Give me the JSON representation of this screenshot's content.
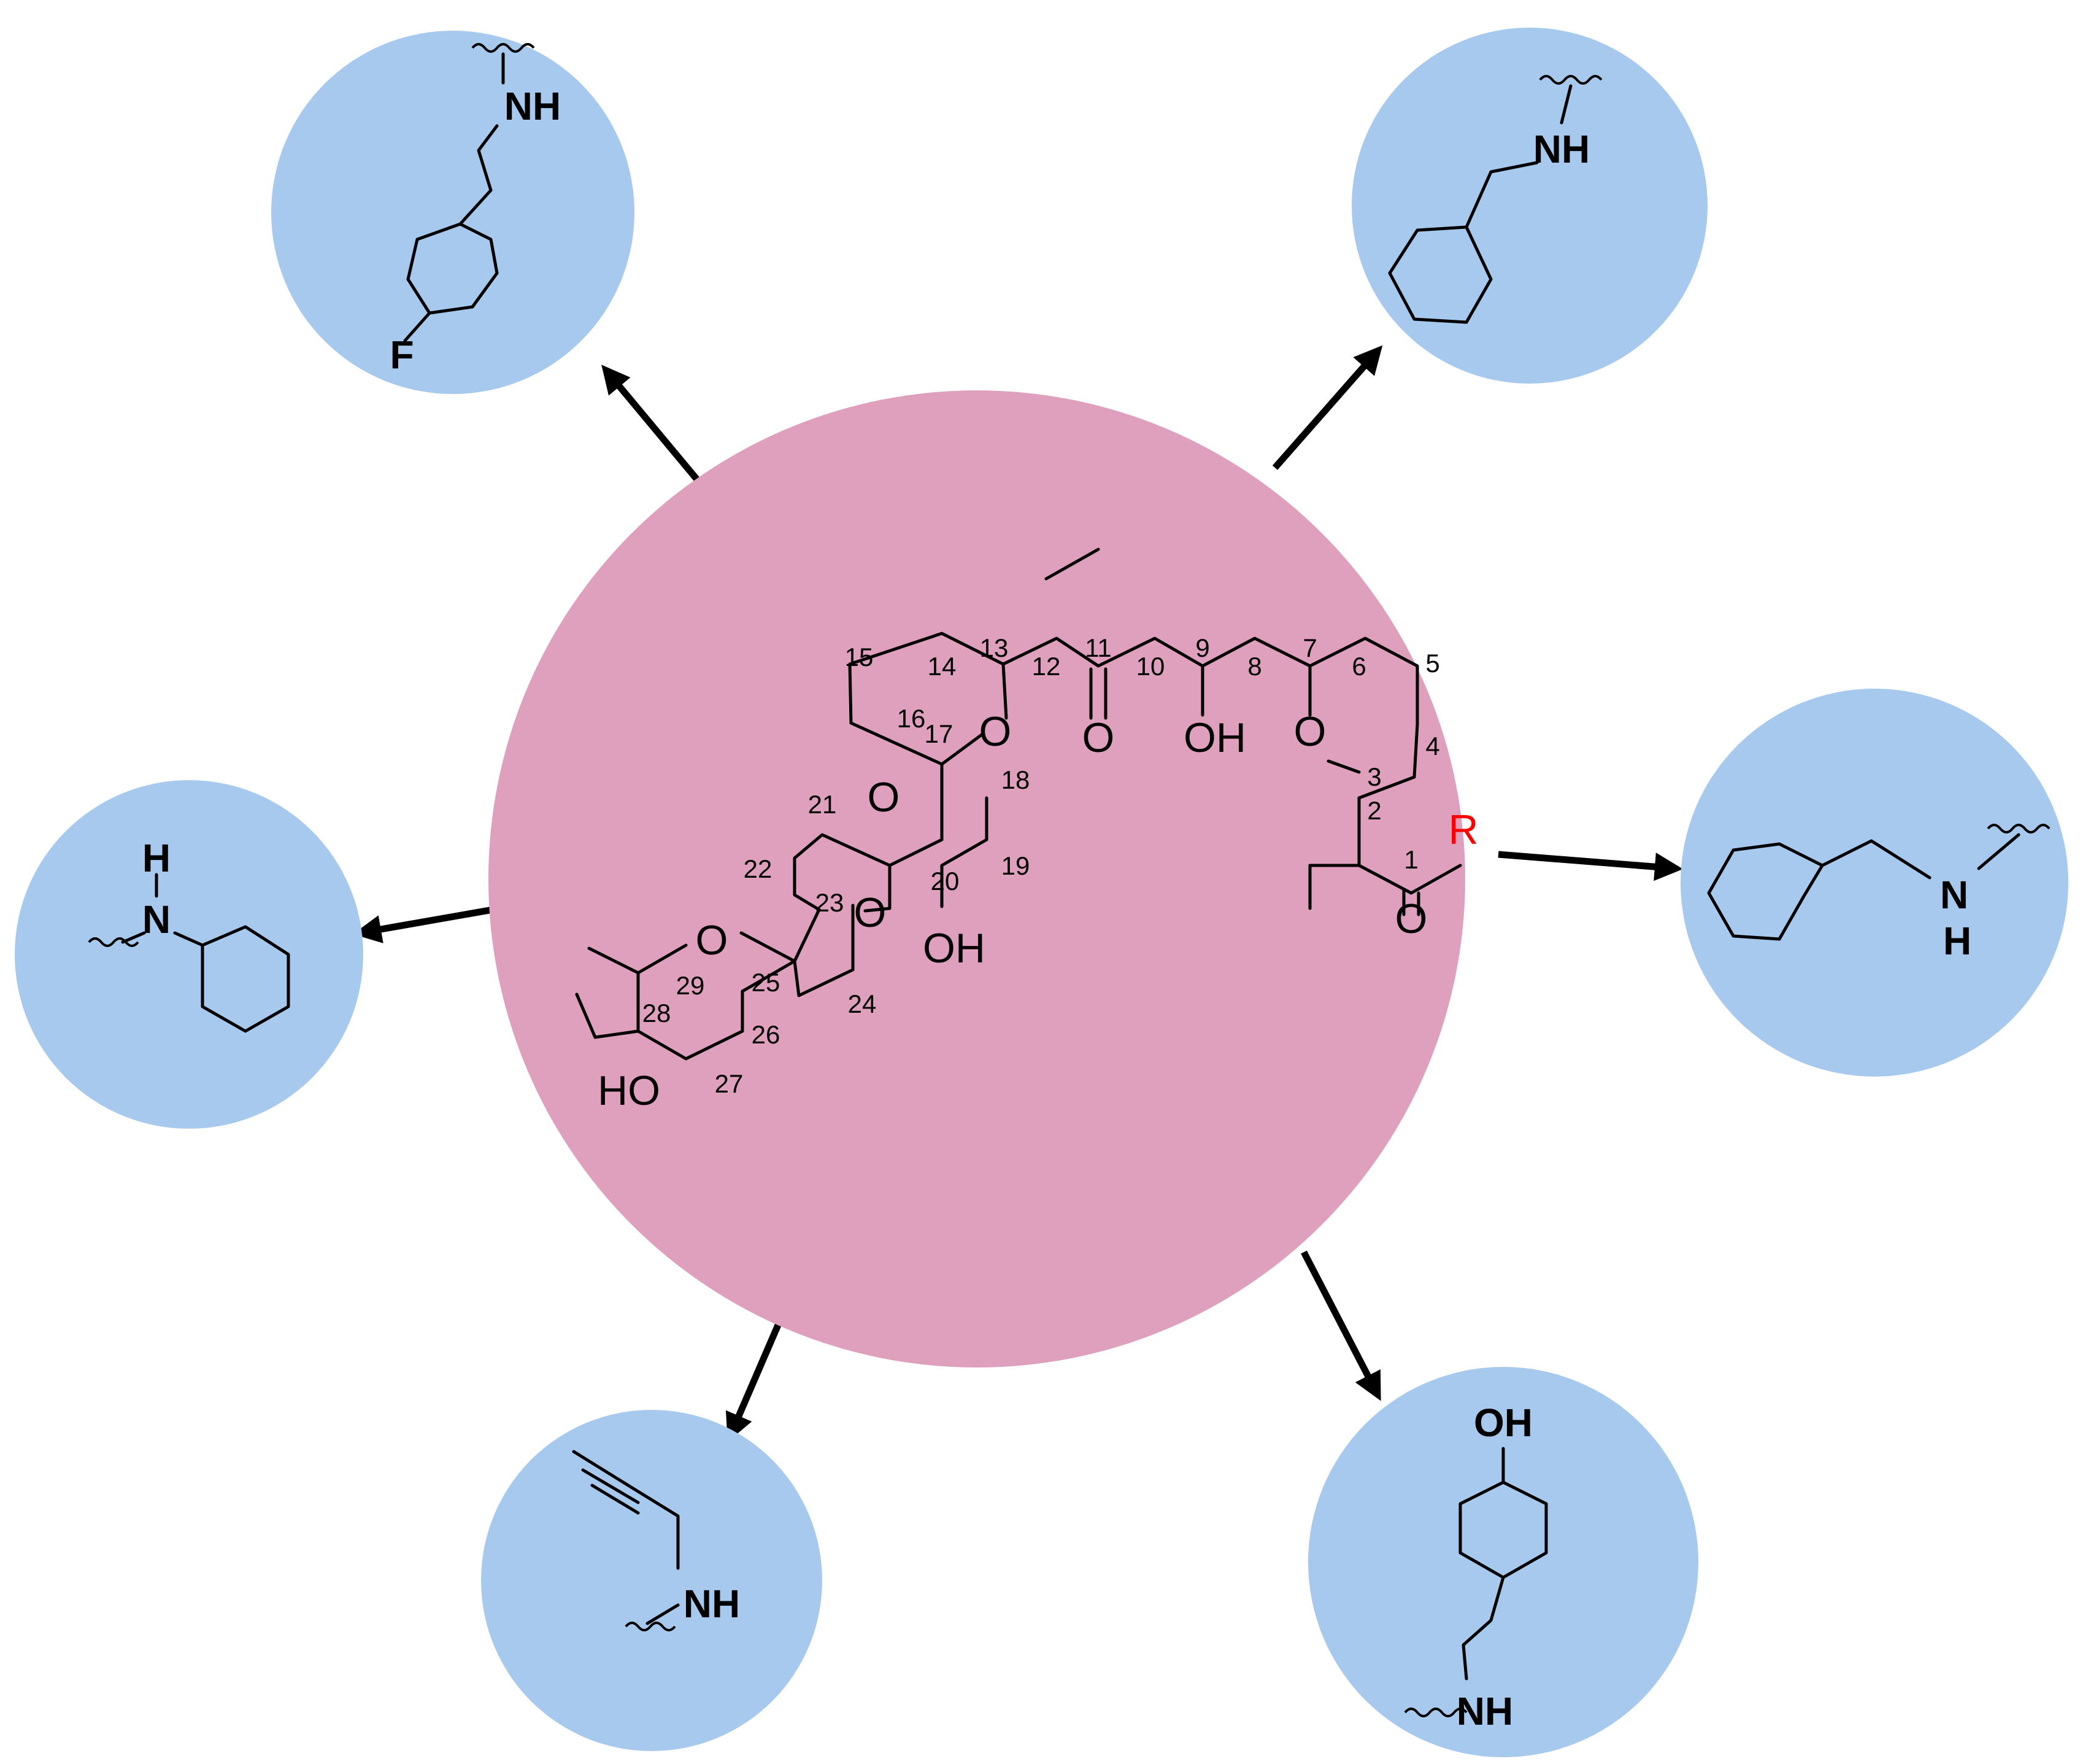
{
  "colors": {
    "core_circle": "#DFA0BE",
    "substituent_circle": "#A7C9EE",
    "r_group": "#FF0000",
    "ink": "#000000"
  },
  "core": {
    "r_label": "R",
    "oxygen": "O",
    "oh": "OH",
    "ho": "HO",
    "locants": [
      "1",
      "2",
      "3",
      "4",
      "5",
      "6",
      "7",
      "8",
      "9",
      "10",
      "11",
      "12",
      "13",
      "14",
      "15",
      "16",
      "17",
      "18",
      "19",
      "20",
      "21",
      "22",
      "23",
      "24",
      "25",
      "26",
      "27",
      "28",
      "29"
    ]
  },
  "substituents": [
    {
      "id": "fluorophenethylamine",
      "labels": [
        "NH",
        "F"
      ]
    },
    {
      "id": "benzylamine",
      "labels": [
        "NH"
      ]
    },
    {
      "id": "phenethylamine",
      "labels": [
        "N",
        "H"
      ]
    },
    {
      "id": "tyramine",
      "labels": [
        "OH",
        "NH"
      ]
    },
    {
      "id": "propargylamine",
      "labels": [
        "NH"
      ]
    },
    {
      "id": "aniline",
      "labels": [
        "H",
        "N"
      ]
    }
  ]
}
